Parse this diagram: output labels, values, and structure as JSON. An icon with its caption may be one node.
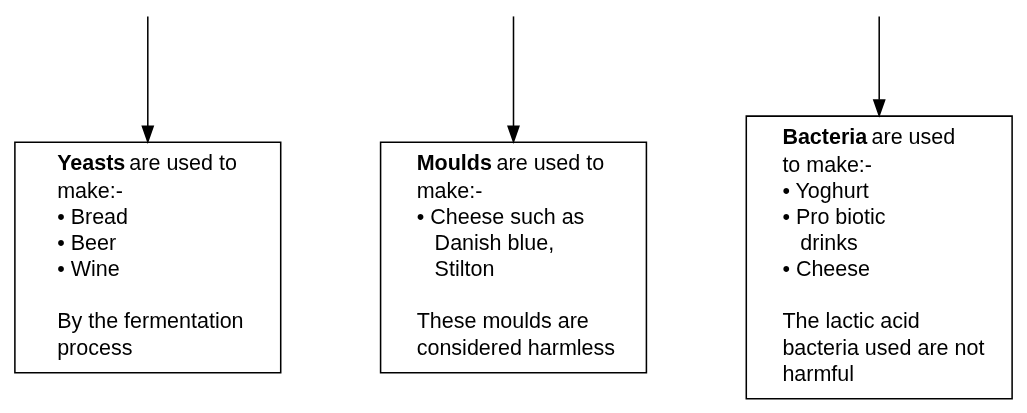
{
  "diagram": {
    "nodes": [
      {
        "text": [
          "**Yeasts** are used to make:-",
          "• Bread",
          "• Beer",
          "• Wine",
          "By the fermentation process"
        ]
      },
      {
        "text": [
          "**Moulds** are used to make:-",
          "• Cheese such as Danish blue, Stilton",
          "These moulds are considered harmless"
        ]
      },
      {
        "text": [
          "**Bacteria** are used to make:-",
          "• Yoghurt",
          "• Pro biotic drinks",
          "• Cheese",
          "The lactic acid bacteria used are not harmful"
        ]
      }
    ],
    "edges": [
      {
        "from": null,
        "to": 0,
        "arrow": "to"
      },
      {
        "from": null,
        "to": 1,
        "arrow": "to"
      },
      {
        "from": null,
        "to": 2,
        "arrow": "to"
      }
    ]
  }
}
